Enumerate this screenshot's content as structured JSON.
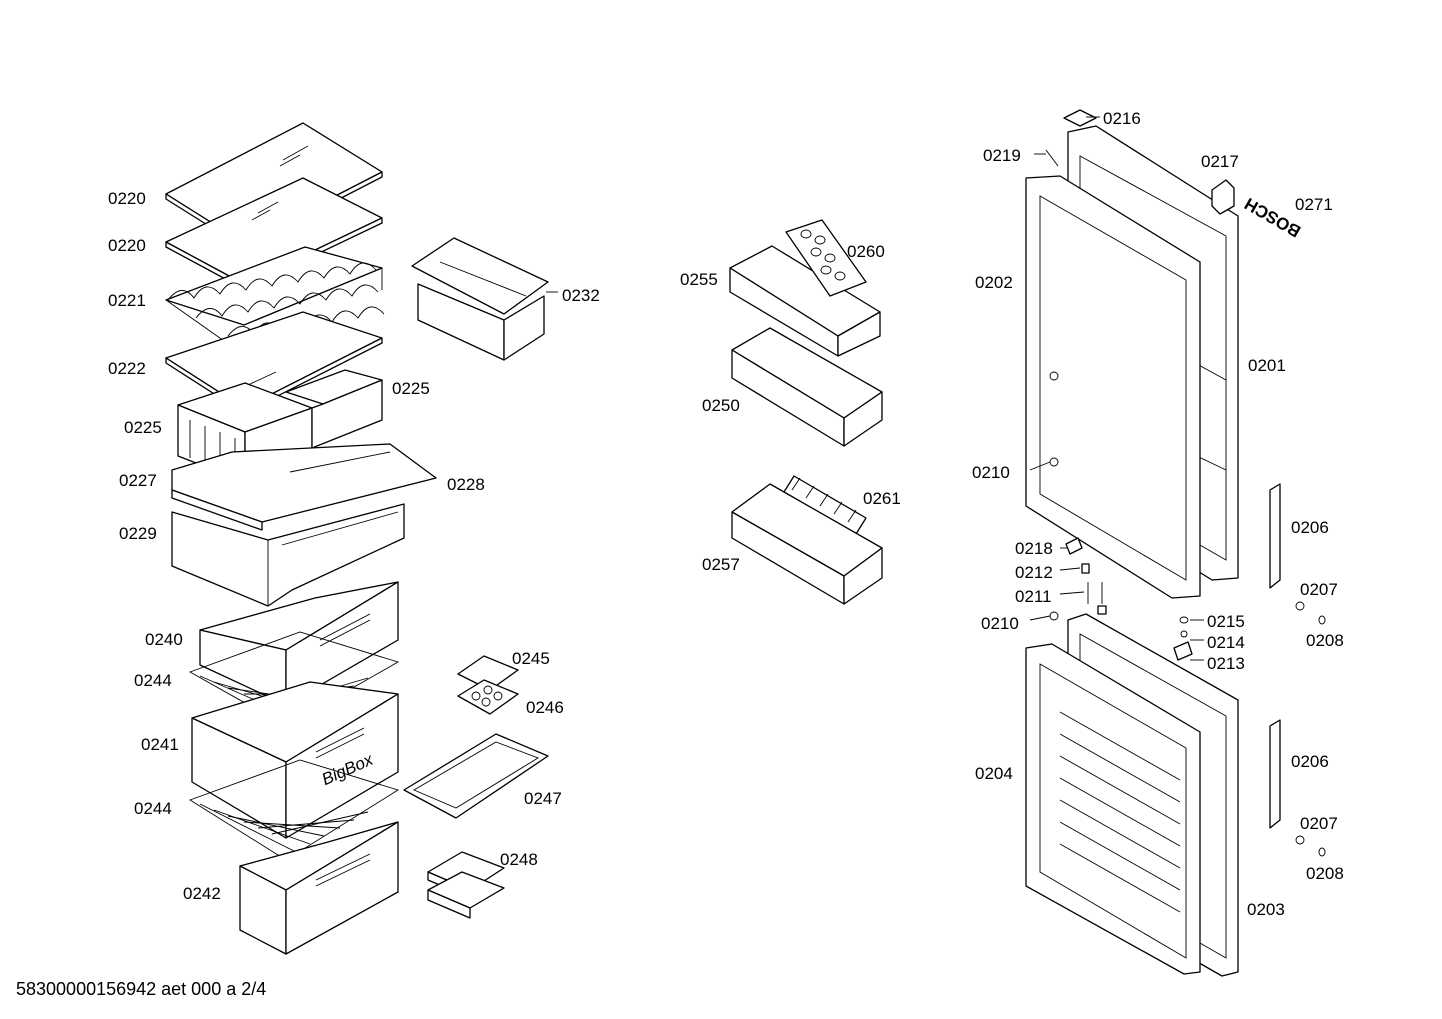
{
  "document": {
    "id": "58300000156942 aet 000 a 2/4",
    "brand_mark": "BOSCH",
    "box_marking": "BigBox"
  },
  "part_labels": [
    "0220",
    "0220",
    "0221",
    "0222",
    "0225",
    "0225",
    "0227",
    "0228",
    "0229",
    "0232",
    "0240",
    "0244",
    "0241",
    "0244",
    "0242",
    "0245",
    "0246",
    "0247",
    "0248",
    "0255",
    "0260",
    "0250",
    "0261",
    "0257",
    "0216",
    "0219",
    "0217",
    "0271",
    "0202",
    "0201",
    "0210",
    "0206",
    "0218",
    "0212",
    "0211",
    "0207",
    "0210",
    "0215",
    "0208",
    "0214",
    "0213",
    "0204",
    "0206",
    "0207",
    "0208",
    "0203"
  ]
}
